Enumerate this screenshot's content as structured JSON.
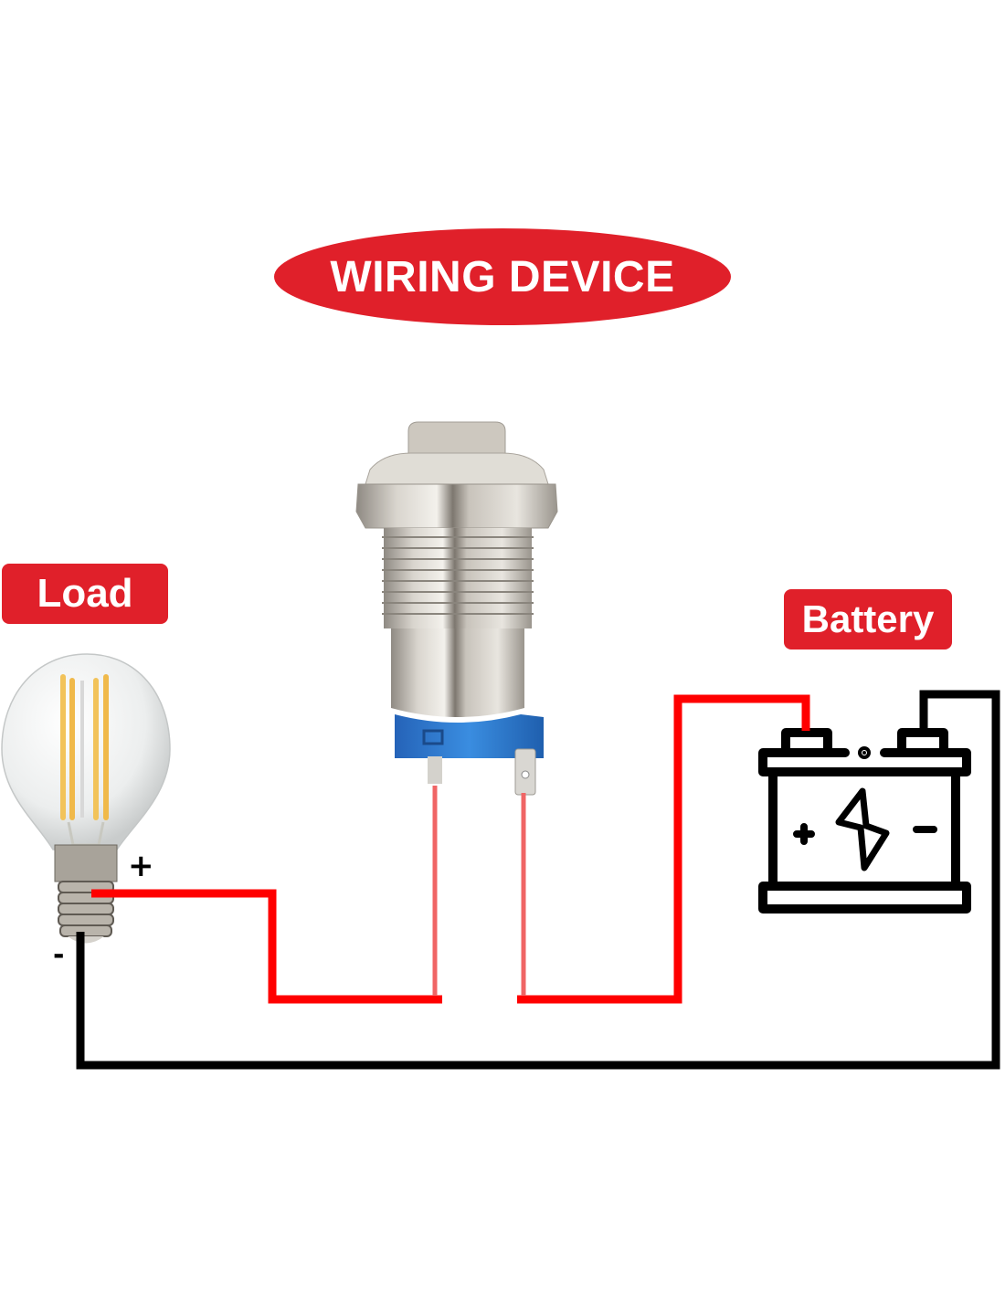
{
  "title": "WIRING DEVICE",
  "labels": {
    "load": "Load",
    "battery": "Battery"
  },
  "polarity": {
    "load_positive": "+",
    "load_negative": "-"
  },
  "components": [
    {
      "name": "Load",
      "type": "light-bulb-icon"
    },
    {
      "name": "Push button switch",
      "type": "metal-push-button-icon"
    },
    {
      "name": "Battery",
      "type": "battery-icon"
    }
  ],
  "wires": [
    {
      "from": "Load +",
      "to": "Switch terminal 1",
      "color": "#ff0000"
    },
    {
      "from": "Switch terminal 2",
      "to": "Battery +",
      "color": "#ff0000"
    },
    {
      "from": "Battery -",
      "to": "Load -",
      "color": "#000000"
    }
  ],
  "colors": {
    "accent": "#e0202a",
    "positive_wire": "#ff0000",
    "negative_wire": "#000000",
    "switch_base": "#2f7fd3"
  }
}
